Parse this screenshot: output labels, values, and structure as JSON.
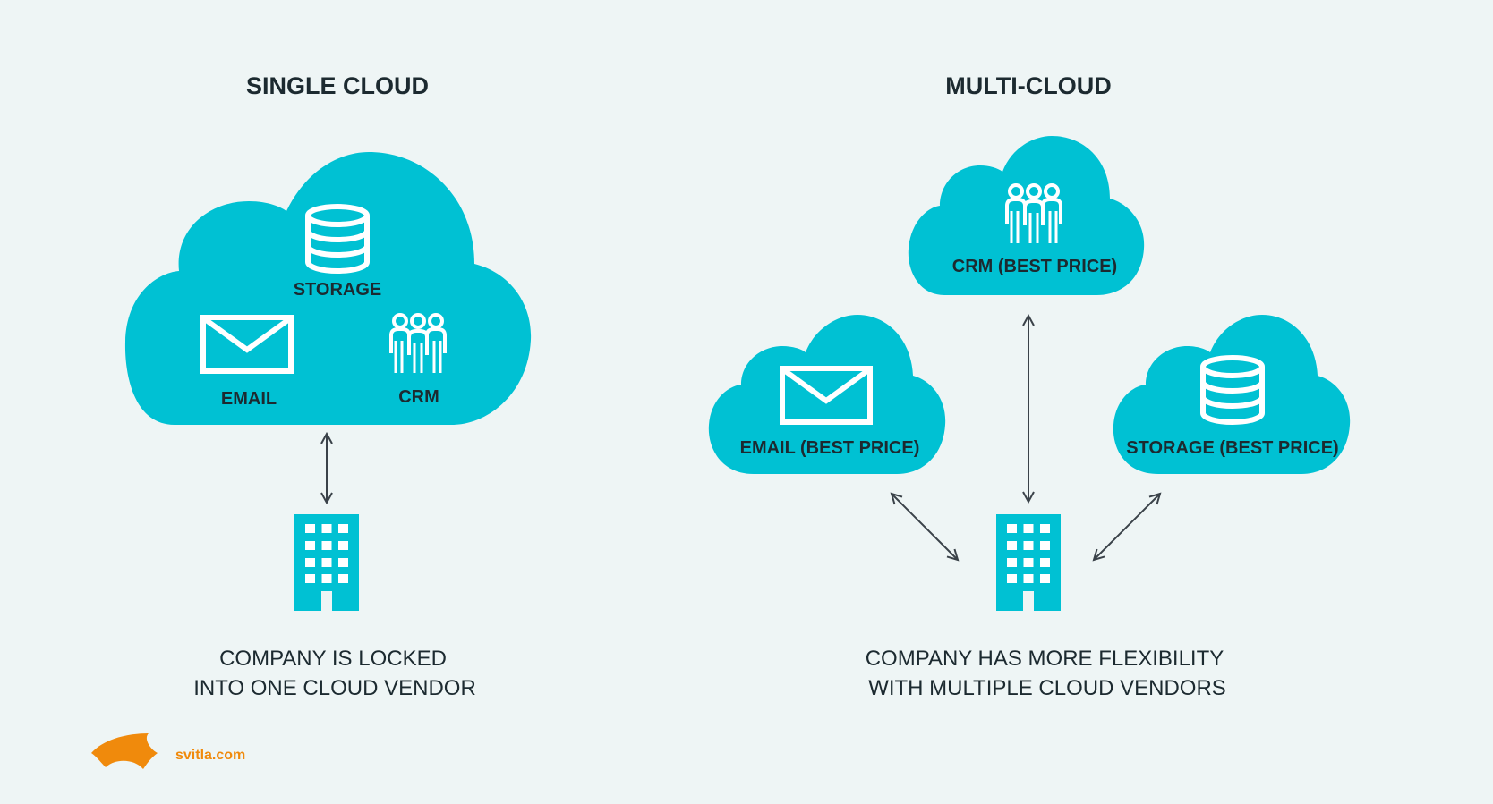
{
  "single": {
    "title": "SINGLE CLOUD",
    "labels": {
      "storage": "STORAGE",
      "email": "EMAIL",
      "crm": "CRM"
    },
    "caption_line1": "COMPANY IS LOCKED",
    "caption_line2": "INTO ONE CLOUD VENDOR"
  },
  "multi": {
    "title": "MULTI-CLOUD",
    "labels": {
      "crm": "CRM (BEST PRICE)",
      "email": "EMAIL (BEST PRICE)",
      "storage": "STORAGE (BEST PRICE)"
    },
    "caption_line1": "COMPANY HAS MORE FLEXIBILITY",
    "caption_line2": "WITH MULTIPLE CLOUD VENDORS"
  },
  "brand": {
    "site": "svitla.com"
  },
  "colors": {
    "cloud": "#00c1d3",
    "background": "#eef5f5",
    "text": "#1c2a30",
    "accent": "#f08a0c"
  },
  "icons": [
    "database-icon",
    "envelope-icon",
    "people-icon",
    "building-icon",
    "svitla-logo-icon"
  ]
}
